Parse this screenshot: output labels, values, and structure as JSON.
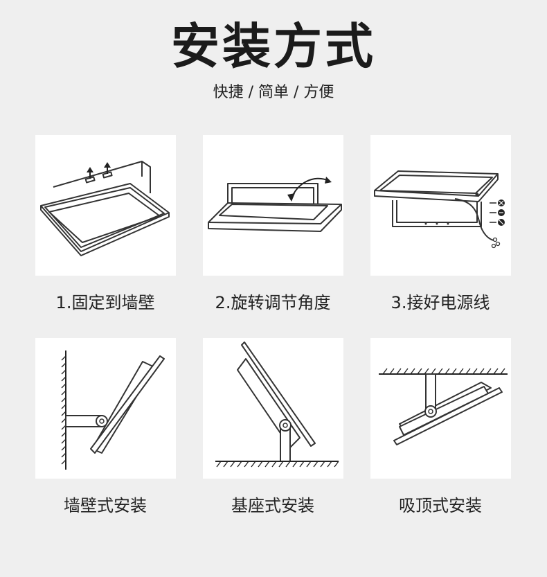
{
  "header": {
    "title": "安装方式",
    "subtitle": "快捷 / 简单 / 方便"
  },
  "steps": [
    {
      "label": "1.固定到墙壁"
    },
    {
      "label": "2.旋转调节角度"
    },
    {
      "label": "3.接好电源线"
    }
  ],
  "mounting": [
    {
      "label": "墙壁式安装"
    },
    {
      "label": "基座式安装"
    },
    {
      "label": "吸顶式安装"
    }
  ]
}
